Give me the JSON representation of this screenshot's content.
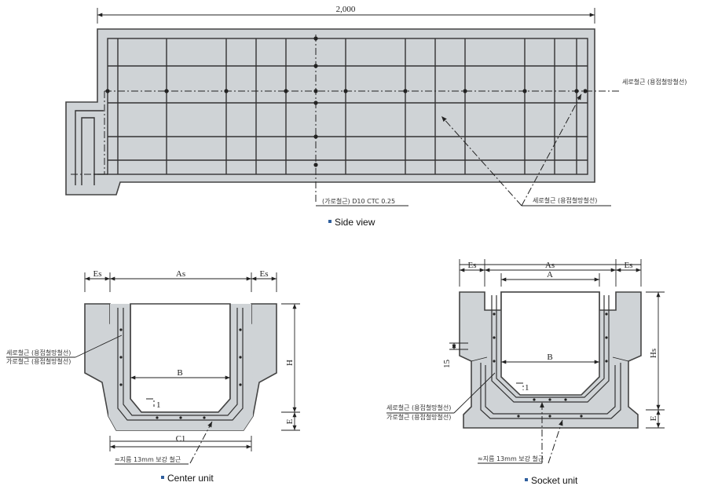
{
  "side_view": {
    "dimension_top": "2,000",
    "label_right": "세로철근 (용접철망철선)",
    "label_bottom": "(가로철근) D10 CTC 0.25",
    "label_diag": "세로철근 (용접철망철선)",
    "caption": "Side view"
  },
  "center_unit": {
    "dim_es_left": "Es",
    "dim_as": "As",
    "dim_es_right": "Es",
    "dim_b": "B",
    "dim_c1": "C1",
    "dim_h": "H",
    "dim_e": "E",
    "dim_1": "1",
    "label_1": "세로철근 (용접철망철선)",
    "label_2": "가로철근 (용접철망철선)",
    "label_bottom": "≈지름 13mm 보강 철근",
    "caption": "Center unit"
  },
  "socket_unit": {
    "dim_es_left": "Es",
    "dim_as": "As",
    "dim_a": "A",
    "dim_es_right": "Es",
    "dim_b": "B",
    "dim_hs": "Hs",
    "dim_e": "E",
    "dim_15": "15",
    "dim_1": "1",
    "label_1": "세로철근 (용접철망철선)",
    "label_2": "가로철근 (용접철망철선)",
    "label_bottom": "≈지름 13mm 보강 철근",
    "caption": "Socket unit"
  }
}
